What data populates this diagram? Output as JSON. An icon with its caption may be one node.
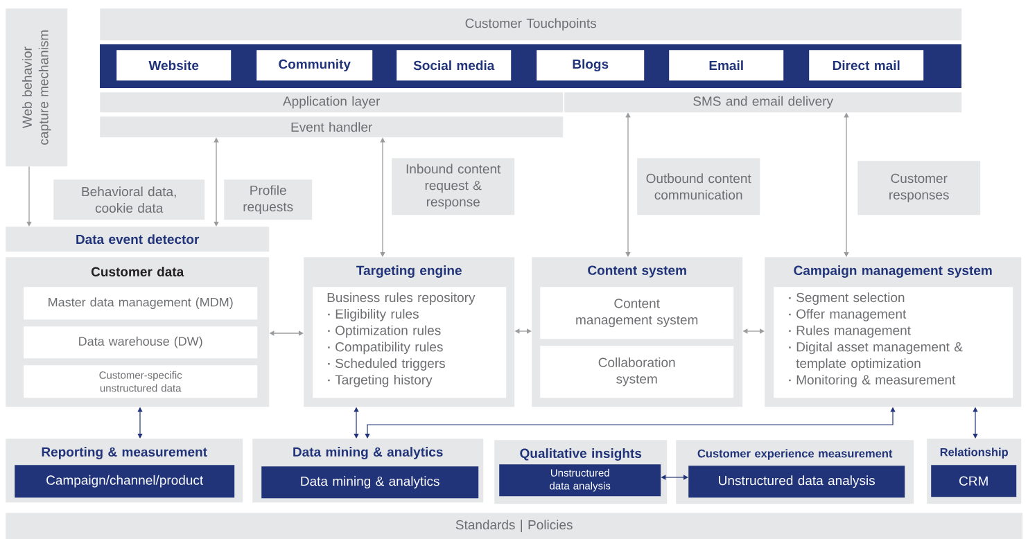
{
  "diagram": {
    "nodes": [
      {
        "text": [
          "Web behavior capture mechanism"
        ]
      },
      {
        "text": [
          "Customer Touchpoints"
        ]
      },
      {
        "text": [
          "Website"
        ]
      },
      {
        "text": [
          "Community"
        ]
      },
      {
        "text": [
          "Social media"
        ]
      },
      {
        "text": [
          "Blogs"
        ]
      },
      {
        "text": [
          "Email"
        ]
      },
      {
        "text": [
          "Direct mail"
        ]
      },
      {
        "text": [
          "Application layer"
        ]
      },
      {
        "text": [
          "SMS and email delivery"
        ]
      },
      {
        "text": [
          "Event handler"
        ]
      },
      {
        "text": [
          "Behavioral data, cookie data"
        ]
      },
      {
        "text": [
          "Profile requests"
        ]
      },
      {
        "text": [
          "Inbound content request & response"
        ]
      },
      {
        "text": [
          "Outbound content communication"
        ]
      },
      {
        "text": [
          "Customer responses"
        ]
      },
      {
        "text": [
          "Data event detector"
        ]
      },
      {
        "text": [
          "Customer data"
        ]
      },
      {
        "text": [
          "Master data management (MDM)"
        ],
        "in": 17
      },
      {
        "text": [
          "Data warehouse (DW)"
        ],
        "in": 17
      },
      {
        "text": [
          "Customer-specific unstructured data"
        ],
        "in": 17
      },
      {
        "text": [
          "Targeting engine"
        ]
      },
      {
        "text": [
          "Business rules repository",
          "Eligibility rules",
          "Optimization rules",
          "Compatibility rules",
          "Scheduled triggers",
          "Targeting history"
        ],
        "in": 21
      },
      {
        "text": [
          "Content system"
        ]
      },
      {
        "text": [
          "Content management system"
        ],
        "in": 23
      },
      {
        "text": [
          "Collaboration system"
        ],
        "in": 23
      },
      {
        "text": [
          "Campaign management system"
        ]
      },
      {
        "text": [
          "Segment selection",
          "Offer management",
          "Rules management",
          "Digital asset management & template optimization",
          "Monitoring & measurement"
        ],
        "in": 26
      },
      {
        "text": [
          "Reporting & measurement"
        ]
      },
      {
        "text": [
          "Campaign/channel/product"
        ],
        "in": 28
      },
      {
        "text": [
          "Data mining & analytics"
        ]
      },
      {
        "text": [
          "Data mining & analytics"
        ],
        "in": 30
      },
      {
        "text": [
          "Qualitative insights"
        ]
      },
      {
        "text": [
          "Unstructured data analysis"
        ],
        "in": 32
      },
      {
        "text": [
          "Customer experience measurement"
        ]
      },
      {
        "text": [
          "Unstructured data analysis"
        ],
        "in": 34
      },
      {
        "text": [
          "Relationship"
        ]
      },
      {
        "text": [
          "CRM"
        ],
        "in": 36
      },
      {
        "text": [
          "Standards | Policies"
        ]
      }
    ],
    "edges": [
      {
        "from": 0,
        "to": 16,
        "arrow": "to"
      },
      {
        "from": 10,
        "to": 16,
        "arrow": "both"
      },
      {
        "from": 10,
        "to": 21,
        "arrow": "both"
      },
      {
        "from": 9,
        "to": 23,
        "arrow": "both"
      },
      {
        "from": 9,
        "to": 26,
        "arrow": "both"
      },
      {
        "from": 17,
        "to": 21,
        "arrow": "both"
      },
      {
        "from": 21,
        "to": 23,
        "arrow": "both"
      },
      {
        "from": 23,
        "to": 26,
        "arrow": "both"
      },
      {
        "from": 17,
        "to": 28,
        "arrow": "both",
        "color": "#21347a"
      },
      {
        "from": 21,
        "to": 30,
        "arrow": "both",
        "color": "#21347a"
      },
      {
        "from": 26,
        "to": 30,
        "arrow": "both",
        "color": "#21347a"
      },
      {
        "from": 33,
        "to": 35,
        "arrow": "both",
        "color": "#21347a"
      },
      {
        "from": 26,
        "to": 36,
        "arrow": "both",
        "color": "#21347a"
      }
    ]
  }
}
